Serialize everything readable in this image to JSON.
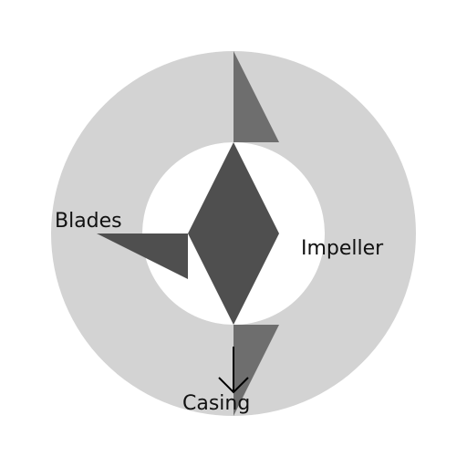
{
  "diagram": {
    "labels": {
      "blades": "Blades",
      "impeller": "Impeller",
      "casing": "Casing"
    },
    "colors": {
      "background": "#ffffff",
      "casing_ring": "#d3d3d3",
      "impeller_core": "#4f4f4f",
      "blade_top": "#6e6e6e",
      "blade_left": "#4f4f4f",
      "blade_bottom": "#6e6e6e",
      "arrow": "#000000"
    }
  }
}
